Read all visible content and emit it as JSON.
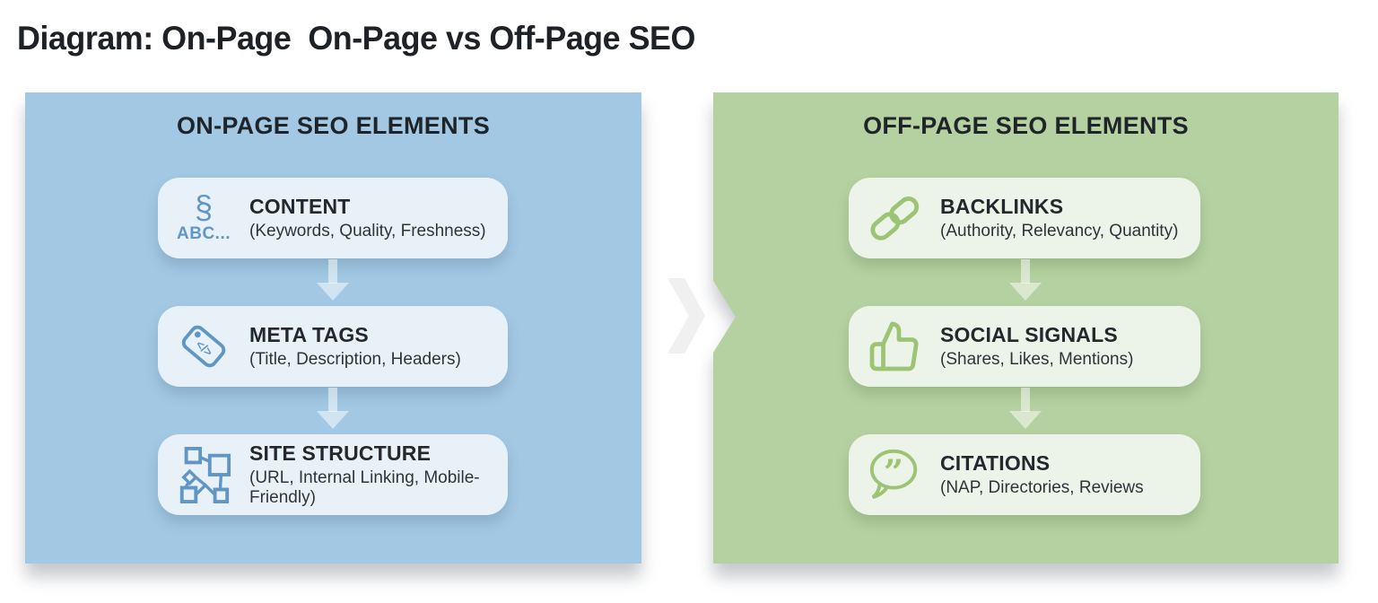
{
  "title": "Diagram: On-Page  On-Page vs Off-Page SEO",
  "css_vars": {
    "title-color": "#1e2226",
    "blue-panel": "#A2C8E3",
    "blue-card": "#E9F1F8",
    "blue-icon": "#6096C5",
    "green-panel": "#B6D1A1",
    "green-card": "#ECF3E9",
    "green-icon": "#9DC474",
    "arrow": "rgba(255,255,255,0.5)",
    "chevron": "#F0F0F0"
  },
  "connector": {
    "icon": "double-chevron-right-icon"
  },
  "panels": {
    "on_page": {
      "header": "ON-PAGE SEO ELEMENTS",
      "colors": {
        "panel_bg": "#A2C8E3",
        "card_bg": "#E9F1F8",
        "icon": "#6096C5"
      },
      "spellcheck": {
        "section_sign": "§",
        "abc_text": "ABC..."
      },
      "tag_code_text": "</>",
      "cards": [
        {
          "icon": "spellcheck-abc-icon",
          "title": "CONTENT",
          "subtitle": "(Keywords, Quality, Freshness)"
        },
        {
          "icon": "code-tag-icon",
          "title": "META TAGS",
          "subtitle": "(Title, Description, Headers)"
        },
        {
          "icon": "sitemap-icon",
          "title": "SITE STRUCTURE",
          "subtitle": "(URL, Internal Linking, Mobile-Friendly)"
        }
      ]
    },
    "off_page": {
      "header": "OFF-PAGE SEO ELEMENTS",
      "colors": {
        "panel_bg": "#B6D1A1",
        "card_bg": "#ECF3E9",
        "icon": "#9DC474"
      },
      "quote_glyph": "”",
      "cards": [
        {
          "icon": "chain-link-icon",
          "title": "BACKLINKS",
          "subtitle": "(Authority, Relevancy, Quantity)"
        },
        {
          "icon": "thumbs-up-icon",
          "title": "SOCIAL SIGNALS",
          "subtitle": "(Shares, Likes, Mentions)"
        },
        {
          "icon": "quote-bubble-icon",
          "title": "CITATIONS",
          "subtitle": "(NAP, Directories, Reviews"
        }
      ]
    }
  }
}
